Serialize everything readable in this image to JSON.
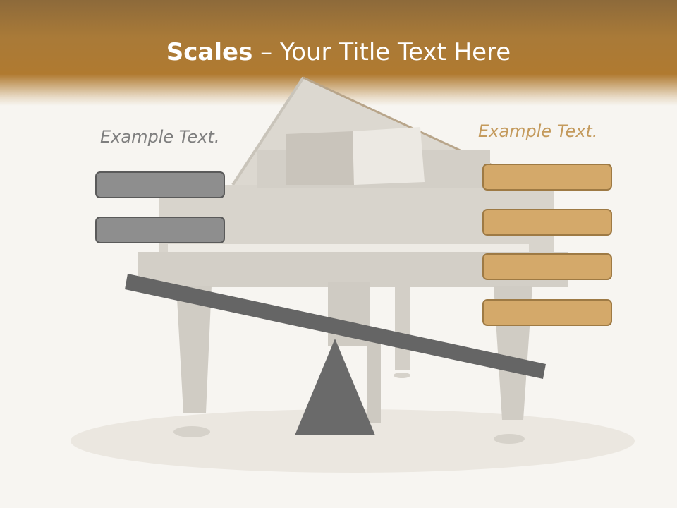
{
  "slide": {
    "title_bold": "Scales",
    "title_rest": " – Your Title Text Here",
    "left_label": "Example Text.",
    "right_label": "Example Text."
  },
  "colors": {
    "header_brown": "#a97a38",
    "left_box": "#8e8e8e",
    "right_box": "#d4a96a",
    "beam": "#656565",
    "fulcrum": "#6a6a6a",
    "left_text": "#7f7f7f",
    "right_text": "#c49a5c"
  },
  "background_image": "grand-piano",
  "left_boxes": [
    {},
    {}
  ],
  "right_boxes": [
    {},
    {},
    {},
    {}
  ]
}
